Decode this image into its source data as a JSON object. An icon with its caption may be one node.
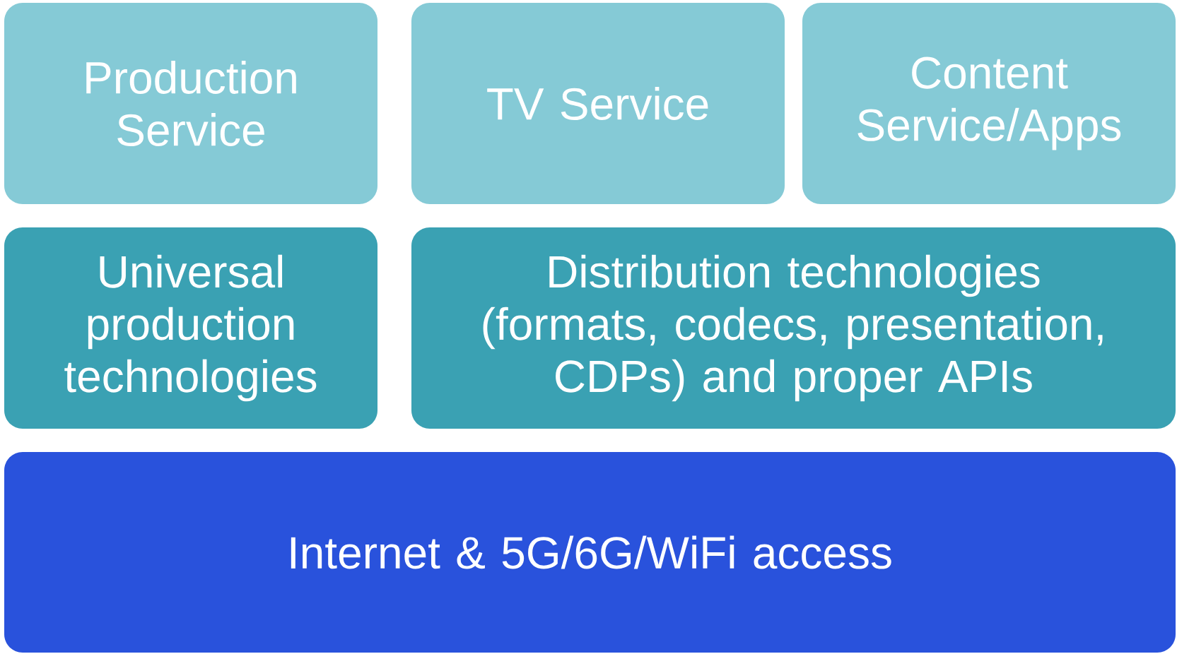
{
  "diagram": {
    "nodes": [
      {
        "text": [
          "Production Service"
        ]
      },
      {
        "text": [
          "TV Service"
        ]
      },
      {
        "text": [
          "Content Service/Apps"
        ]
      },
      {
        "text": [
          "Universal production technologies"
        ]
      },
      {
        "text": [
          "Distribution technologies (formats, codecs, presentation, CDPs) and proper APIs"
        ]
      },
      {
        "text": [
          "Internet & 5G/6G/WiFi access"
        ]
      }
    ]
  }
}
